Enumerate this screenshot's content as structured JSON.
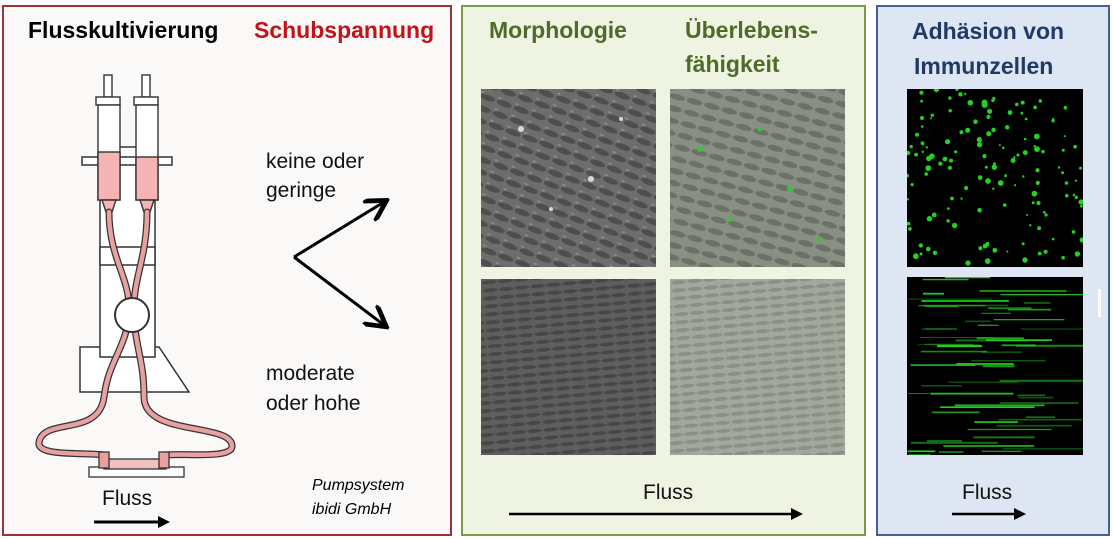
{
  "panel1": {
    "title_left": "Flusskultivierung",
    "title_right": "Schubspannung",
    "shear_low_line1": "keine oder",
    "shear_low_line2": "geringe",
    "shear_high_line1": "moderate",
    "shear_high_line2": "oder hohe",
    "credit_line1": "Pumpsystem",
    "credit_line2": "ibidi GmbH",
    "flow_label": "Fluss"
  },
  "panel2": {
    "title_left": "Morphologie",
    "title_right_line1": "Überlebens-",
    "title_right_line2": "fähigkeit",
    "flow_label": "Fluss"
  },
  "panel3": {
    "title_line1": "Adhäsion von",
    "title_line2": "Immunzellen",
    "flow_label": "Fluss"
  },
  "colors": {
    "panel1_border": "#9b3535",
    "panel2_border": "#7a9a4a",
    "panel3_border": "#41638f",
    "shear_title": "#c0141c",
    "morph_title": "#4f6b2a",
    "immune_title": "#1f3a66",
    "tubing": "#e8a0a0",
    "fluorescence": "#22d222"
  }
}
